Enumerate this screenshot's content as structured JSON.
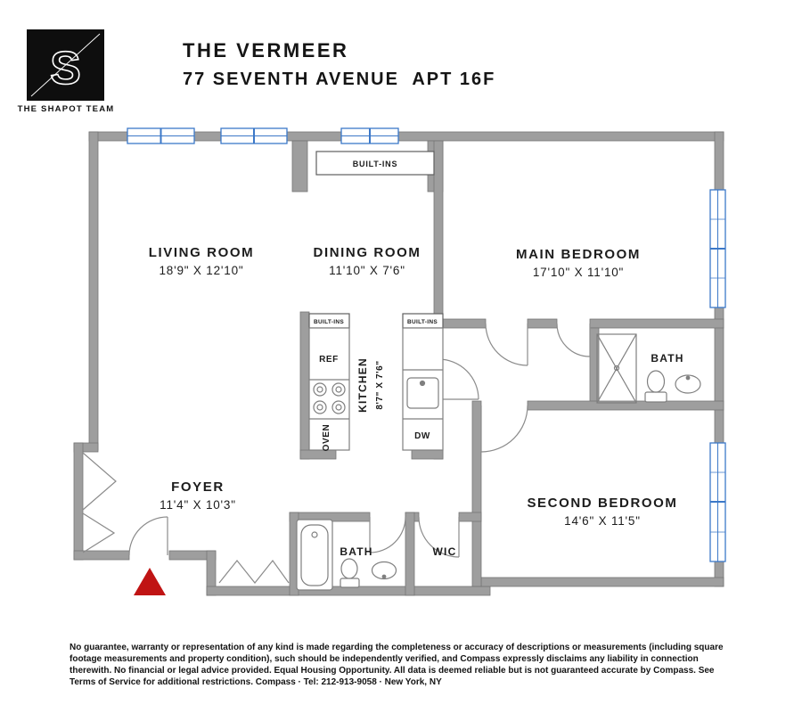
{
  "branding": {
    "team_name": "THE SHAPOT TEAM",
    "logo_letter": "S"
  },
  "header": {
    "building": "THE VERMEER",
    "address": "77 SEVENTH AVENUE  APT 16F"
  },
  "rooms": {
    "living": {
      "name": "LIVING ROOM",
      "dims": "18'9\" X 12'10\""
    },
    "dining": {
      "name": "DINING ROOM",
      "dims": "11'10\" X 7'6\""
    },
    "main_bedroom": {
      "name": "MAIN BEDROOM",
      "dims": "17'10\" X 11'10\""
    },
    "kitchen": {
      "name": "KITCHEN",
      "dims": "8'7\" X 7'6\""
    },
    "foyer": {
      "name": "FOYER",
      "dims": "11'4\" X 10'3\""
    },
    "second_bedroom": {
      "name": "SECOND BEDROOM",
      "dims": "14'6\" X 11'5\""
    },
    "bath_main": {
      "name": "BATH"
    },
    "bath_second": {
      "name": "BATH"
    },
    "wic": {
      "name": "WIC"
    }
  },
  "fixtures": {
    "built_ins": "BUILT-INS",
    "ref": "REF",
    "oven": "OVEN",
    "dw": "DW"
  },
  "colors": {
    "wall": "#9e9e9e",
    "wall_edge": "#757575",
    "window_blue": "#3c78c8",
    "entry_marker_red": "#c01414"
  },
  "footer": {
    "disclaimer": "No guarantee, warranty or representation of any kind is made regarding the completeness or accuracy of descriptions or measurements (including square footage measurements and property condition), such should be independently verified, and Compass expressly disclaims any liability in connection therewith. No financial or legal advice provided. Equal Housing Opportunity. All data is deemed reliable but is not guaranteed accurate by Compass. See Terms of Service for additional restrictions. Compass · Tel: 212-913-9058 · New York, NY"
  }
}
